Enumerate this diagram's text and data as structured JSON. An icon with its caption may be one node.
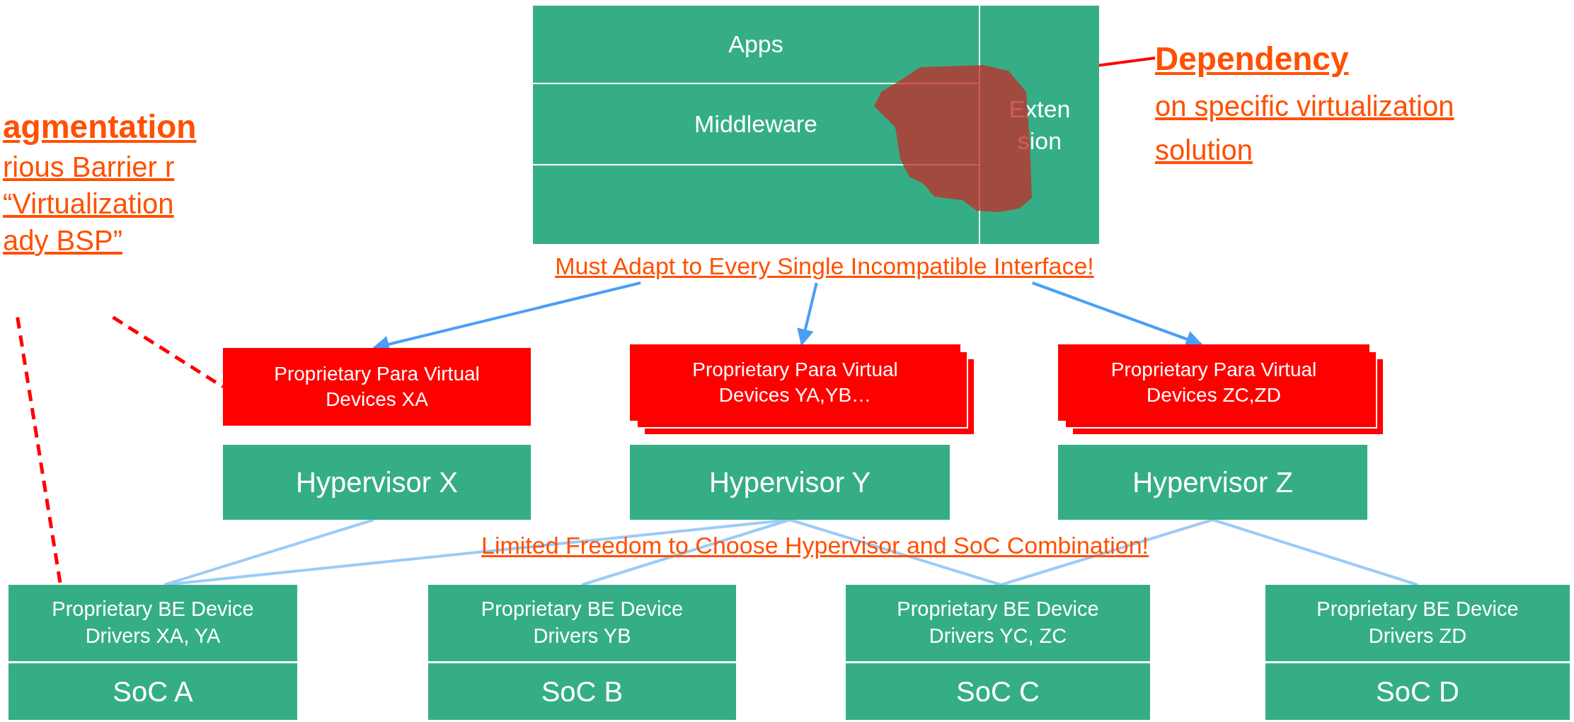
{
  "diagram": {
    "nodes": [
      {
        "text": [
          "agmentation",
          "rious Barrier r “Virtualization ady BSP”"
        ]
      },
      {
        "text": [
          "Apps"
        ]
      },
      {
        "text": [
          "Middleware"
        ]
      },
      {
        "text": [
          "Exten sion"
        ]
      },
      {
        "text": [],
        "shape": "box"
      },
      {
        "text": [
          "Dependency",
          "on specific virtualization solution"
        ]
      },
      {
        "text": [
          "Must Adapt to Every Single Incompatible Interface!"
        ]
      },
      {
        "text": [
          "Proprietary Para Virtual  Devices XA"
        ]
      },
      {
        "text": [
          "Proprietary Para Virtual  Devices YA,YB…"
        ]
      },
      {
        "text": [
          "Proprietary Para Virtual  Devices ZC,ZD"
        ]
      },
      {
        "text": [
          "Hypervisor  X"
        ]
      },
      {
        "text": [
          "Hypervisor  Y"
        ]
      },
      {
        "text": [
          "Hypervisor  Z"
        ]
      },
      {
        "text": [
          "Proprietary BE Device Drivers XA, YA"
        ]
      },
      {
        "text": [
          "Proprietary BE Device Drivers YB"
        ]
      },
      {
        "text": [
          "Proprietary BE Device Drivers YC, ZC"
        ]
      },
      {
        "text": [
          "Proprietary BE Device Drivers ZD"
        ]
      },
      {
        "text": [
          "SoC A"
        ]
      },
      {
        "text": [
          "SoC B"
        ]
      },
      {
        "text": [
          "SoC C"
        ]
      },
      {
        "text": [
          "SoC D"
        ]
      }
    ],
    "edges": [
      {
        "from": 6,
        "to": 7,
        "arrow": "to",
        "color": "#4a9ff5"
      },
      {
        "from": 6,
        "to": 8,
        "arrow": "to",
        "color": "#4a9ff5"
      },
      {
        "from": 6,
        "to": 9,
        "arrow": "to",
        "color": "#4a9ff5"
      },
      {
        "from": 3,
        "to": 5,
        "arrow": "none",
        "color": "#ff0000"
      },
      {
        "from": 0,
        "to": 7,
        "arrow": "none",
        "style": "dashed",
        "color": "#ff0000"
      },
      {
        "from": 0,
        "to": 13,
        "arrow": "none",
        "style": "dashed",
        "color": "#ff0000"
      },
      {
        "from": 10,
        "to": 13,
        "arrow": "none"
      },
      {
        "from": 11,
        "to": 13,
        "arrow": "none"
      },
      {
        "from": 11,
        "to": 14,
        "arrow": "none"
      },
      {
        "from": 11,
        "to": 15,
        "arrow": "none"
      },
      {
        "from": 12,
        "to": 15,
        "arrow": "none"
      },
      {
        "from": 12,
        "to": 16,
        "arrow": "none"
      }
    ],
    "labels": [
      "Limited Freedom to Choose Hypervisor and SoC Combination!"
    ]
  }
}
